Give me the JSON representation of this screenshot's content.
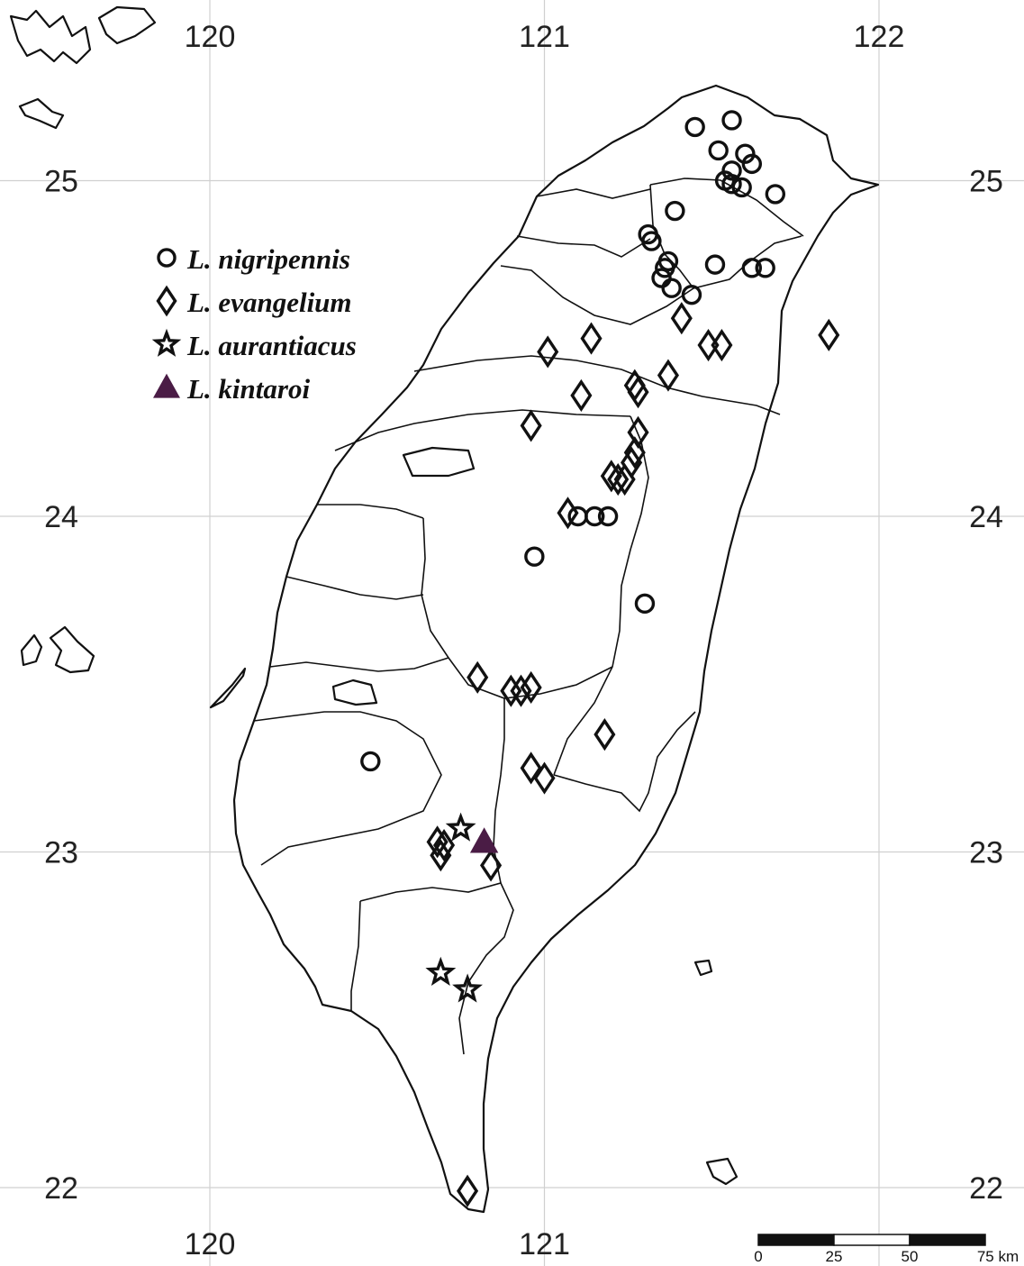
{
  "axes": {
    "lon_ticks": [
      "120",
      "121",
      "122"
    ],
    "lat_ticks": [
      "25",
      "24",
      "23",
      "22"
    ]
  },
  "legend": [
    {
      "symbol": "circle",
      "label": "L. nigripennis"
    },
    {
      "symbol": "diamond",
      "label": "L. evangelium"
    },
    {
      "symbol": "star",
      "label": "L. aurantiacus"
    },
    {
      "symbol": "triangle",
      "label": "L. kintaroi",
      "color": "#4a1c45"
    }
  ],
  "scale_bar": {
    "labels": [
      "0",
      "25",
      "50",
      "75 km"
    ]
  },
  "colors": {
    "kintaroi": "#4a1c45",
    "outline": "#111111",
    "grid": "#d0d0d0"
  },
  "chart_data": {
    "type": "scatter",
    "xlim": [
      119.4,
      122.4
    ],
    "ylim": [
      21.85,
      25.45
    ],
    "xlabel": "",
    "ylabel": "",
    "grid": true,
    "legend_position": "top-left",
    "series": [
      {
        "name": "L. nigripennis",
        "symbol": "circle",
        "points": [
          [
            121.45,
            25.16
          ],
          [
            121.56,
            25.18
          ],
          [
            121.52,
            25.09
          ],
          [
            121.6,
            25.08
          ],
          [
            121.62,
            25.05
          ],
          [
            121.56,
            25.03
          ],
          [
            121.54,
            25.0
          ],
          [
            121.56,
            24.99
          ],
          [
            121.59,
            24.98
          ],
          [
            121.69,
            24.96
          ],
          [
            121.39,
            24.91
          ],
          [
            121.31,
            24.84
          ],
          [
            121.32,
            24.82
          ],
          [
            121.37,
            24.76
          ],
          [
            121.36,
            24.74
          ],
          [
            121.35,
            24.71
          ],
          [
            121.38,
            24.68
          ],
          [
            121.51,
            24.75
          ],
          [
            121.62,
            24.74
          ],
          [
            121.66,
            24.74
          ],
          [
            121.44,
            24.66
          ],
          [
            121.1,
            24.0
          ],
          [
            121.15,
            24.0
          ],
          [
            121.19,
            24.0
          ],
          [
            120.97,
            23.88
          ],
          [
            121.3,
            23.74
          ],
          [
            120.48,
            23.27
          ]
        ]
      },
      {
        "name": "L. evangelium",
        "symbol": "diamond",
        "points": [
          [
            121.41,
            24.59
          ],
          [
            121.85,
            24.54
          ],
          [
            121.14,
            24.53
          ],
          [
            121.01,
            24.49
          ],
          [
            121.49,
            24.51
          ],
          [
            121.53,
            24.51
          ],
          [
            121.37,
            24.42
          ],
          [
            121.27,
            24.39
          ],
          [
            121.28,
            24.37
          ],
          [
            121.11,
            24.36
          ],
          [
            120.96,
            24.27
          ],
          [
            121.28,
            24.25
          ],
          [
            121.27,
            24.19
          ],
          [
            121.26,
            24.16
          ],
          [
            121.2,
            24.12
          ],
          [
            121.22,
            24.11
          ],
          [
            121.24,
            24.11
          ],
          [
            121.07,
            24.01
          ],
          [
            120.8,
            23.52
          ],
          [
            120.9,
            23.48
          ],
          [
            120.93,
            23.48
          ],
          [
            120.96,
            23.49
          ],
          [
            121.18,
            23.35
          ],
          [
            120.96,
            23.25
          ],
          [
            121.0,
            23.22
          ],
          [
            120.68,
            23.03
          ],
          [
            120.7,
            23.02
          ],
          [
            120.69,
            22.99
          ],
          [
            120.84,
            22.96
          ],
          [
            120.77,
            21.99
          ]
        ]
      },
      {
        "name": "L. aurantiacus",
        "symbol": "star",
        "points": [
          [
            120.75,
            23.07
          ],
          [
            120.69,
            22.64
          ],
          [
            120.77,
            22.59
          ]
        ]
      },
      {
        "name": "L. kintaroi",
        "symbol": "triangle",
        "points": [
          [
            120.82,
            23.03
          ]
        ]
      }
    ]
  }
}
